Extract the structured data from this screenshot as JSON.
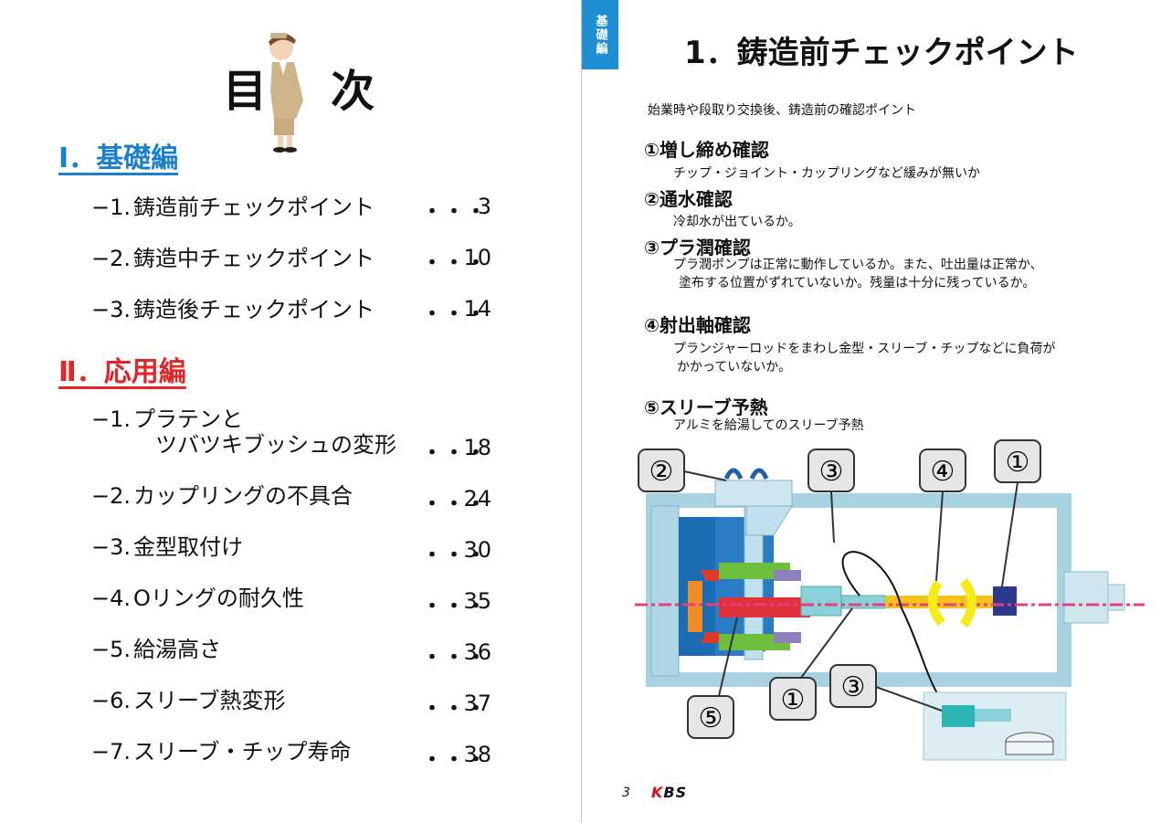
{
  "left": {
    "toc_title_1": "目",
    "toc_title_2": "次",
    "section1": {
      "title": "Ⅰ．基礎編",
      "color": "#1a7fcf",
      "items": [
        {
          "prefix": "−1.",
          "label": "鋳造前チェックポイント",
          "dots": "・・・",
          "page": "3"
        },
        {
          "prefix": "−2.",
          "label": "鋳造中チェックポイント",
          "dots": "・・・",
          "page": "10"
        },
        {
          "prefix": "−3.",
          "label": "鋳造後チェックポイント",
          "dots": "・・・",
          "page": "14"
        }
      ]
    },
    "section2": {
      "title": "Ⅱ．応用編",
      "color": "#e0262b",
      "items": [
        {
          "prefix": "−1.",
          "label": "プラテンと",
          "label2": "ツバツキブッシュの変形",
          "dots": "・・・",
          "page": "18"
        },
        {
          "prefix": "−2.",
          "label": "カップリングの不具合",
          "dots": "・・・",
          "page": "24"
        },
        {
          "prefix": "−3.",
          "label": "金型取付け",
          "dots": "・・・",
          "page": "30"
        },
        {
          "prefix": "−4.",
          "label": "Oリングの耐久性",
          "dots": "・・・",
          "page": "35"
        },
        {
          "prefix": "−5.",
          "label": "給湯高さ",
          "dots": "・・・",
          "page": "36"
        },
        {
          "prefix": "−6.",
          "label": "スリーブ熱変形",
          "dots": "・・・",
          "page": "37"
        },
        {
          "prefix": "−7.",
          "label": "スリーブ・チップ寿命",
          "dots": "・・・",
          "page": "38"
        }
      ]
    }
  },
  "right": {
    "side_tab": "基礎編",
    "title": "1．鋳造前チェックポイント",
    "intro": "始業時や段取り交換後、鋳造前の確認ポイント",
    "checks": [
      {
        "head": "①増し締め確認",
        "body": "チップ・ジョイント・カップリングなど緩みが無いか"
      },
      {
        "head": "②通水確認",
        "body": "冷却水が出ているか。"
      },
      {
        "head": "③プラ潤確認",
        "body": "プラ潤ポンプは正常に動作しているか。また、吐出量は正常か、",
        "body2": "塗布する位置がずれていないか。残量は十分に残っているか。"
      },
      {
        "head": "④射出軸確認",
        "body": "プランジャーロッドをまわし金型・スリーブ・チップなどに負荷が",
        "body2": "かかっていないか。"
      },
      {
        "head": "⑤スリーブ予熱",
        "body": "アルミを給湯してのスリーブ予熱"
      }
    ],
    "diagram_labels": {
      "l1a": "①",
      "l2": "②",
      "l3a": "③",
      "l4": "④",
      "l5": "⑤",
      "l1b": "①",
      "l3b": "③"
    },
    "footer_page": "3",
    "footer_logo_a": "K",
    "footer_logo_b": "B",
    "footer_logo_c": "S"
  }
}
